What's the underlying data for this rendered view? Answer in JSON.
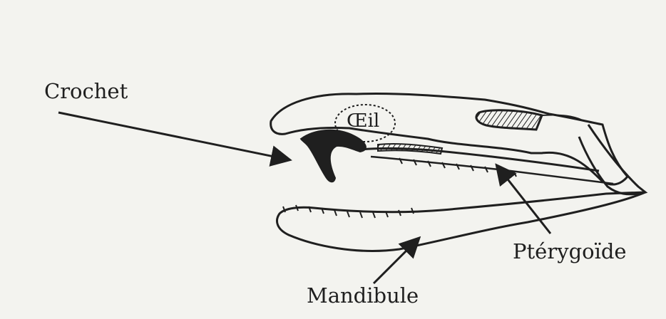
{
  "labels": {
    "crochet": "Crochet",
    "oeil": "Œil",
    "pterygoide": "Ptérygoïde",
    "mandibule": "Mandibule"
  },
  "colors": {
    "background": "#f3f3ef",
    "ink": "#1f1f1f"
  }
}
